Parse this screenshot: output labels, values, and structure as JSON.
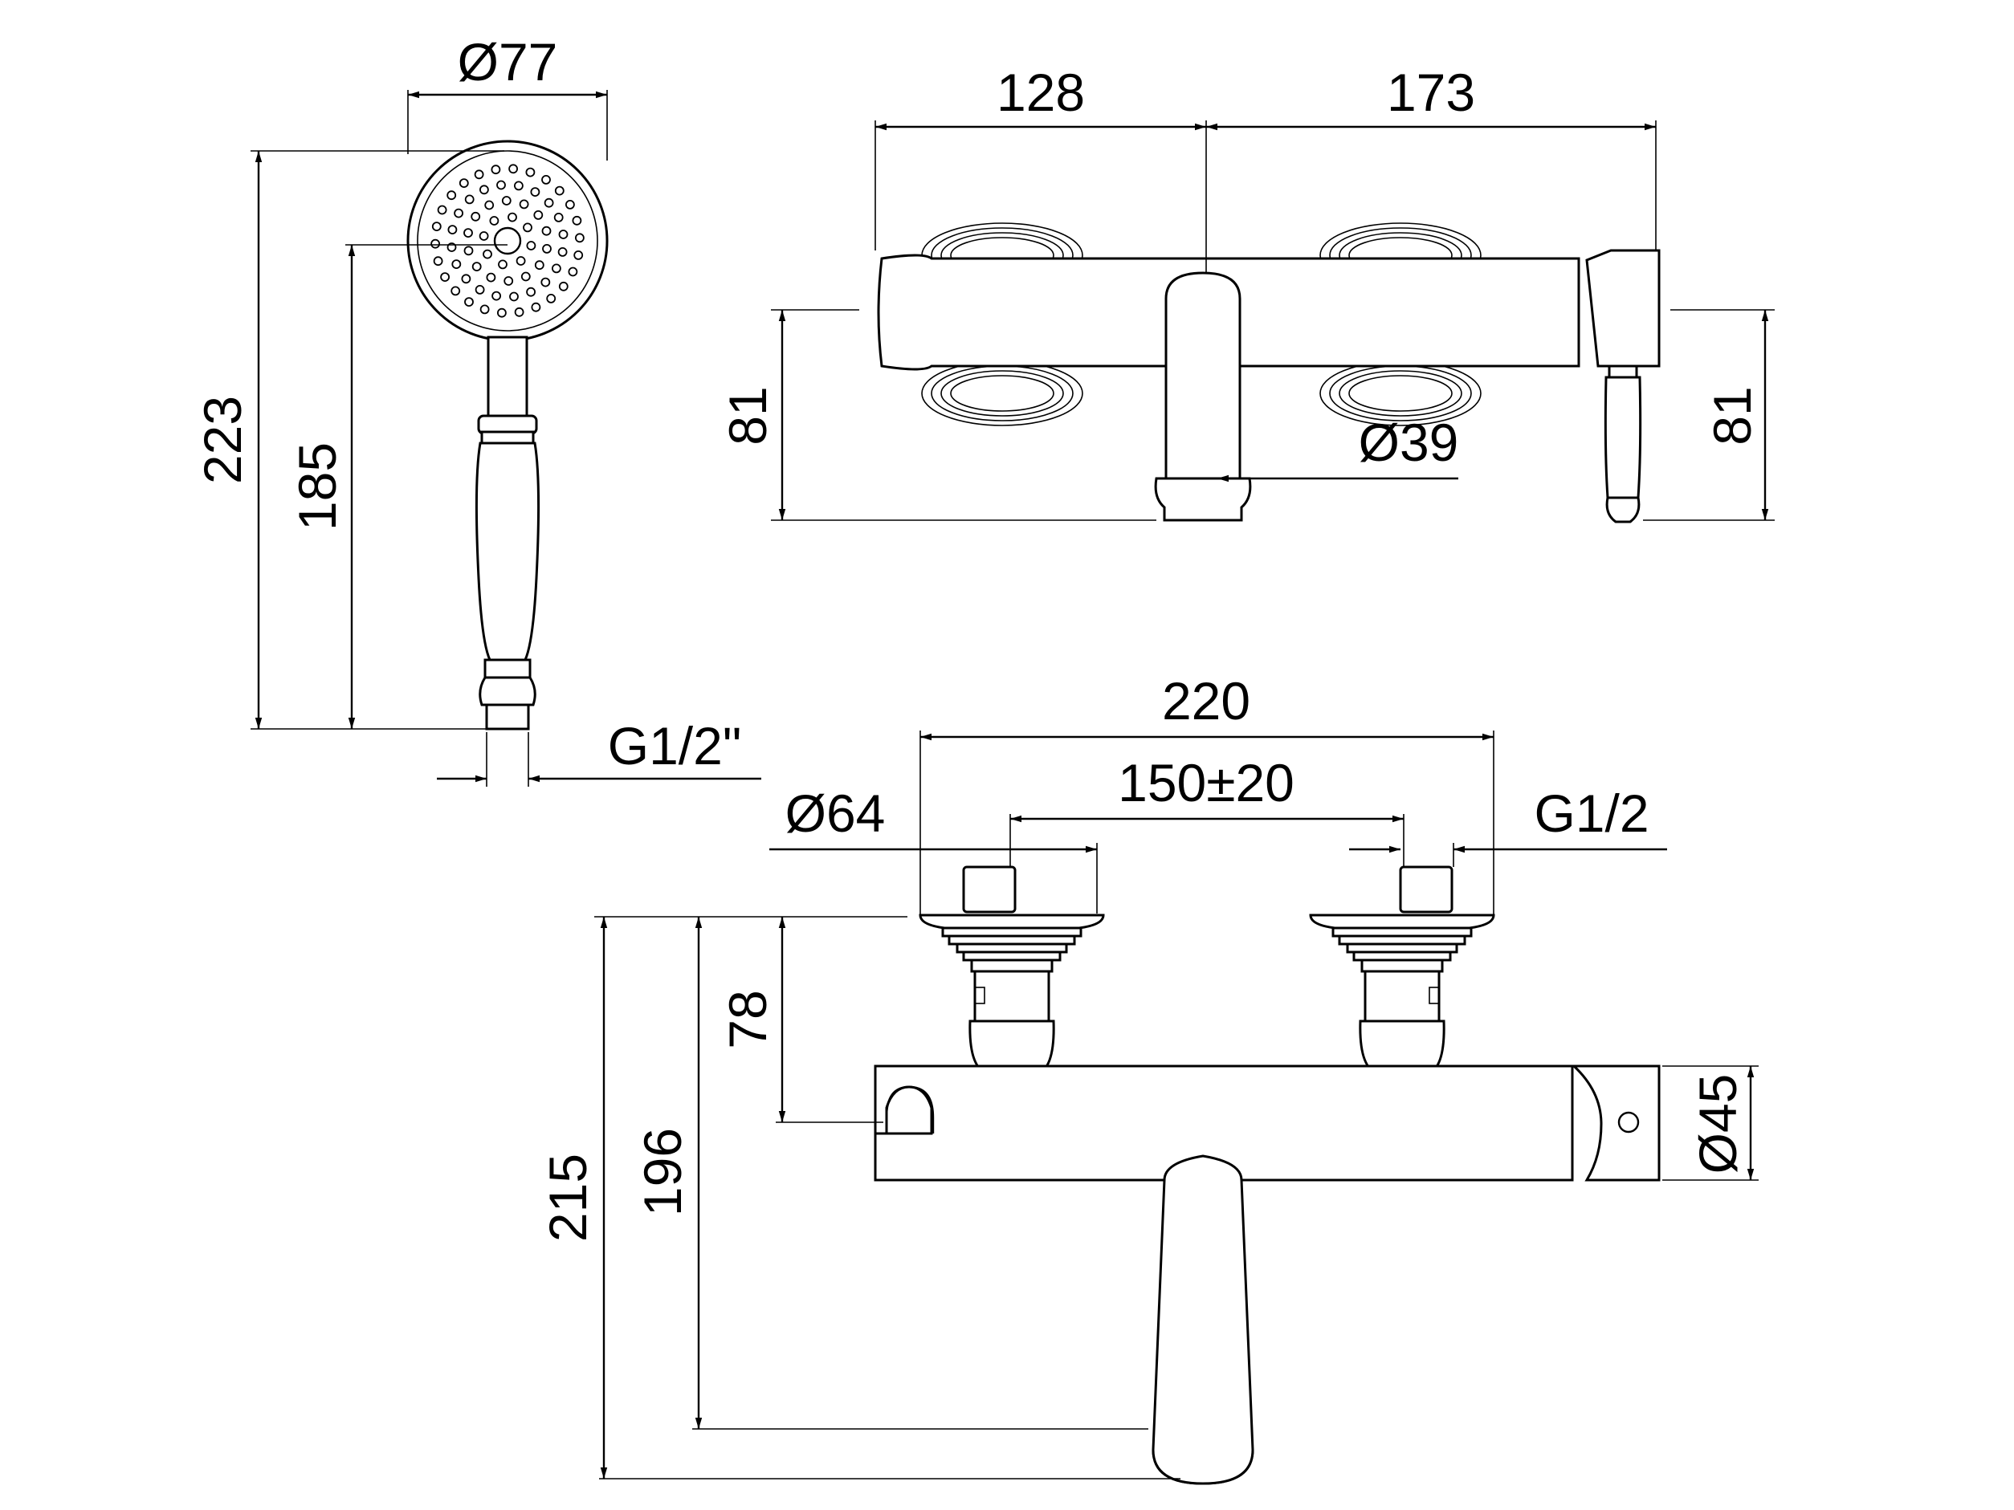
{
  "dimensions": {
    "shower_head_diameter": "Ø77",
    "shower_total_length": "223",
    "shower_handle_length": "185",
    "shower_thread": "G1/2\"",
    "spacing_left": "128",
    "spacing_right": "173",
    "height_left": "81",
    "height_right": "81",
    "spout_diameter": "Ø39",
    "overall_width": "220",
    "inlet_spacing": "150±20",
    "flange_diameter": "Ø64",
    "inlet_thread": "G1/2",
    "wall_to_body": "78",
    "wall_to_spout_inner": "196",
    "wall_to_spout_outer": "215",
    "body_diameter": "Ø45"
  }
}
